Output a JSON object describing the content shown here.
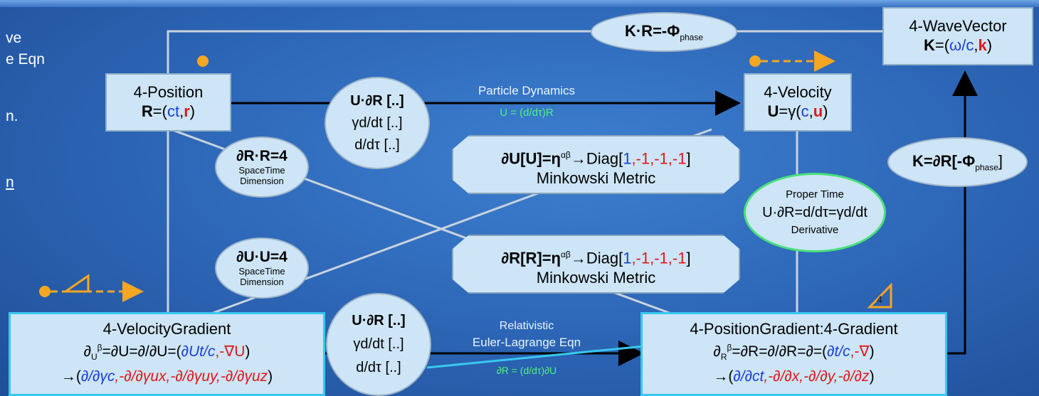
{
  "left_edge_text": [
    "ve",
    "e Eqn",
    "n.",
    "n"
  ],
  "nodes": {
    "position": {
      "l1": "4-Position",
      "l2": "R",
      "l3": "=(",
      "l4": "ct",
      "l5": ",",
      "l6": "r",
      "l7": ")"
    },
    "velocity": {
      "l1": "4-Velocity",
      "l2": "U",
      "l3": "=γ(",
      "l4": "c",
      "l5": ",",
      "l6": "u",
      "l7": ")"
    },
    "wavevector": {
      "l1": "4-WaveVector",
      "l2": "K",
      "l3": "=(",
      "l4": "ω/c",
      "l5": ",",
      "l6": "k",
      "l7": ")"
    },
    "velocity_gradient": {
      "l1": "4-VelocityGradient",
      "l2": "∂",
      "l2_sub": "U",
      "l2_sup": "β",
      "l2_rest": "=∂U=∂/∂U=(",
      "l2_blue": "∂Ut/c",
      "l2_red": ",-∇U",
      "l2_end": ")",
      "l3_start": "→(",
      "l3_blue": "∂/∂γc",
      "l3_red": ",-∂/∂γux,-∂/∂γuy,-∂/∂γuz",
      "l3_end": ")"
    },
    "position_gradient": {
      "l1": "4-PositionGradient:4-Gradient",
      "l2": "∂",
      "l2_sub": "R",
      "l2_sup": "β",
      "l2_rest": "=∂R=∂/∂R=∂=(",
      "l2_blue": "∂t/c",
      "l2_red": ",-∇",
      "l2_end": ")",
      "l3_start": "→(",
      "l3_blue": "∂/∂ct",
      "l3_red": ",-∂/∂x,-∂/∂y,-∂/∂z",
      "l3_end": ")"
    }
  },
  "ellipses": {
    "kr": {
      "text": "K·R=-Φ",
      "sub": "phase"
    },
    "op_top": [
      "U·∂R [..]",
      "γd/dt [..]",
      "d/dτ [..]"
    ],
    "op_bottom": [
      "U·∂R [..]",
      "γd/dt [..]",
      "d/dτ [..]"
    ],
    "dim_r": {
      "main": "∂R·R=4",
      "sub1": "SpaceTime",
      "sub2": "Dimension"
    },
    "dim_u": {
      "main": "∂U·U=4",
      "sub1": "SpaceTime",
      "sub2": "Dimension"
    },
    "proper_time": {
      "top": "Proper Time",
      "main": "U·∂R=d/dτ=γd/dt",
      "bottom": "Derivative"
    },
    "k_grad": {
      "text": "K=∂R[-Φ",
      "sub": "phase",
      "end": "]"
    }
  },
  "metrics": {
    "u": {
      "lhs": "∂U[U]=η",
      "sup": "αβ",
      "mid": "→Diag[",
      "v1": "1",
      "v2": ",-1,-1,-1",
      "end": "]",
      "line2": "Minkowski Metric"
    },
    "r": {
      "lhs": "∂R[R]=η",
      "sup": "αβ",
      "mid": "→Diag[",
      "v1": "1",
      "v2": ",-1,-1,-1",
      "end": "]",
      "line2": "Minkowski Metric"
    }
  },
  "edge_labels": {
    "particle_dynamics": "Particle Dynamics",
    "u_eq": "U = (d/dτ)R",
    "relativistic": "Relativistic",
    "euler": "Euler-Lagrange Eqn",
    "dr_eq": "∂R = (d/dτ)∂U"
  },
  "triangle_label": "4",
  "colors": {
    "orange": "#f5a623",
    "node_fill": "#cde5f6",
    "green_label": "#4df080",
    "cyan_border": "#38c8f0"
  }
}
